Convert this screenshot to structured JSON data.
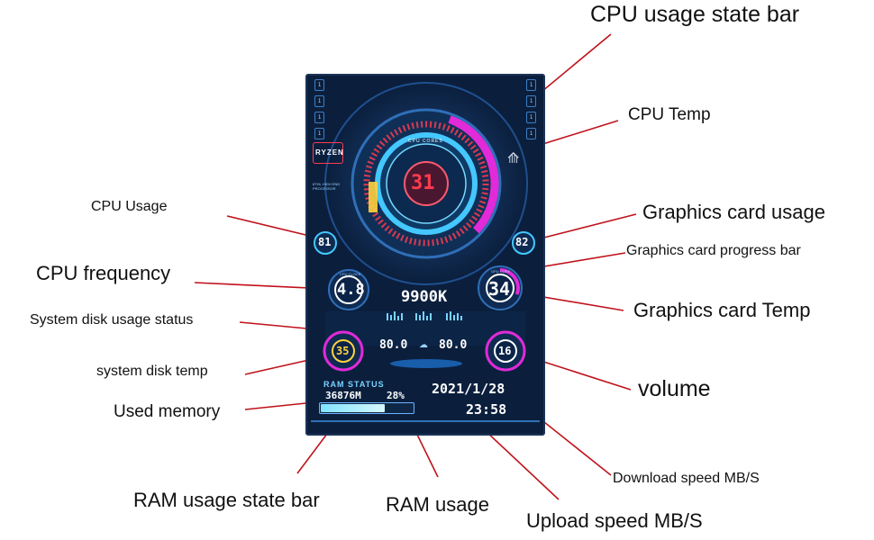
{
  "annotations": {
    "cpu_usage_state_bar": "CPU usage state bar",
    "cpu_temp": "CPU Temp",
    "cpu_usage": "CPU Usage",
    "graphics_card_usage": "Graphics card usage",
    "graphics_card_progress_bar": "Graphics card progress bar",
    "cpu_frequency": "CPU frequency",
    "graphics_card_temp": "Graphics card Temp",
    "system_disk_usage_status": "System disk usage status",
    "system_disk_temp": "system disk temp",
    "volume": "volume",
    "used_memory": "Used memory",
    "download_speed": "Download speed MB/S",
    "ram_usage_state_bar": "RAM usage state bar",
    "ram_usage": "RAM usage",
    "upload_speed": "Upload speed MB/S"
  },
  "screen": {
    "brand": "RYZEN",
    "brand_sub": "8THL HIGH END PROCESSOR",
    "cpu_cores_label": "CPU CORES",
    "cpu_temp": "31",
    "cpu_usage": "81",
    "cpu_freq_label": "CPU CLOCK",
    "cpu_frequency": "4.8",
    "gpu_usage": "82",
    "gpu_core_label": "GPU CORE",
    "gpu_temp": "34",
    "model": "9900K",
    "disk_temp": "35",
    "volume": "16",
    "upload": "80.0",
    "download": "80.0",
    "ram_status_label": "RAM STATUS",
    "used_memory": "36876M",
    "ram_usage": "28%",
    "date": "2021/1/28",
    "time": "23:58",
    "cpu_usage_fraction": 0.81,
    "gpu_usage_fraction": 0.82,
    "ram_usage_fraction": 0.7,
    "side_icons_left": [
      "1",
      "1",
      "1",
      "1"
    ],
    "side_icons_right": [
      "1",
      "1",
      "1",
      "1"
    ]
  },
  "colors": {
    "leader": "#c0121b",
    "screen_bg": "#0b1f3d",
    "accent_magenta": "#e12ad8",
    "accent_cyan": "#44c8ff",
    "accent_red": "#ff3b4f"
  }
}
